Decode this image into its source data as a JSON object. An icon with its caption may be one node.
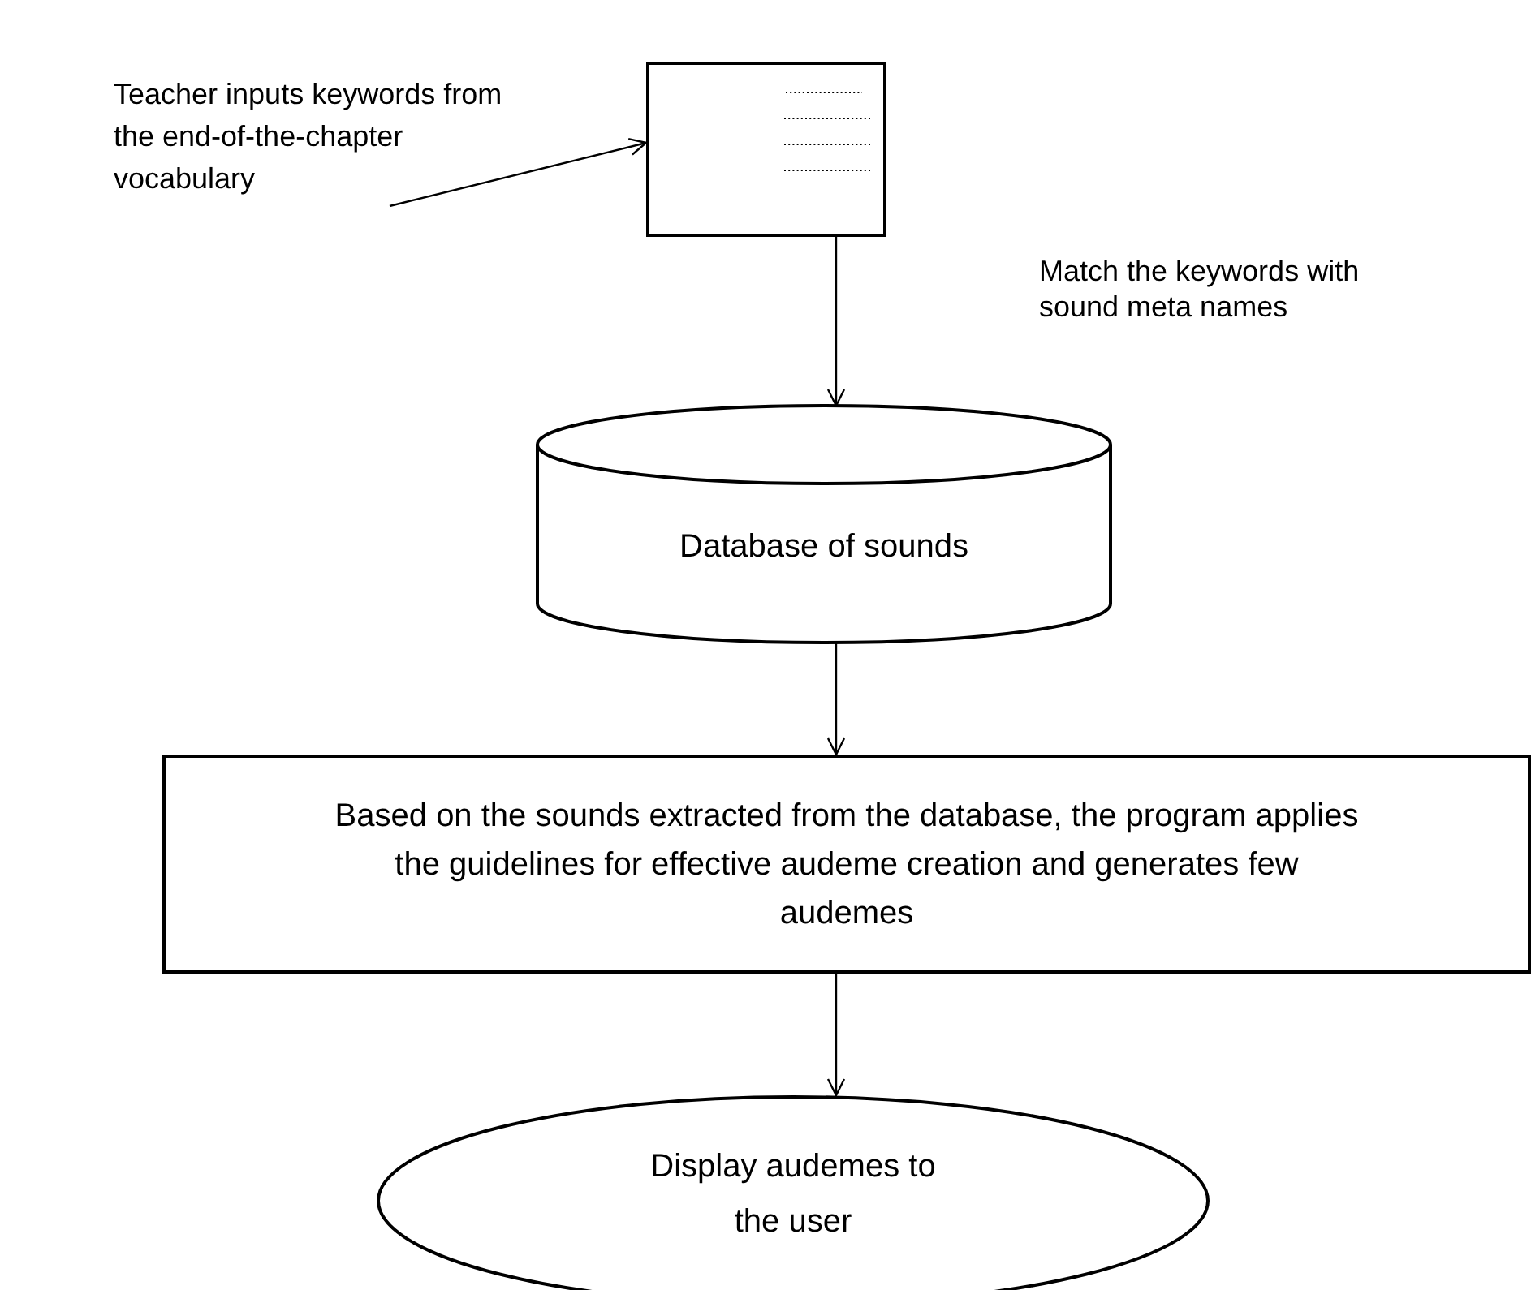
{
  "diagram": {
    "nodes": [
      {
        "text": [
          "Teacher inputs keywords from the end-of-the-chapter vocabulary"
        ]
      },
      {
        "text": [],
        "shape": "box"
      },
      {
        "text": [
          "Database of sounds"
        ]
      },
      {
        "text": [
          "Based on the sounds extracted from the database, the program applies the guidelines for effective audeme creation and generates few audemes"
        ]
      },
      {
        "text": [
          "Display audemes to the user"
        ]
      }
    ],
    "edges": [
      {
        "from": 0,
        "to": 1,
        "arrow": "to"
      },
      {
        "from": 1,
        "to": 2,
        "arrow": "to"
      },
      {
        "from": 2,
        "to": 3,
        "arrow": "to"
      },
      {
        "from": 3,
        "to": 4,
        "arrow": "to"
      }
    ],
    "labels": [
      "Match the keywords with sound meta names"
    ]
  }
}
